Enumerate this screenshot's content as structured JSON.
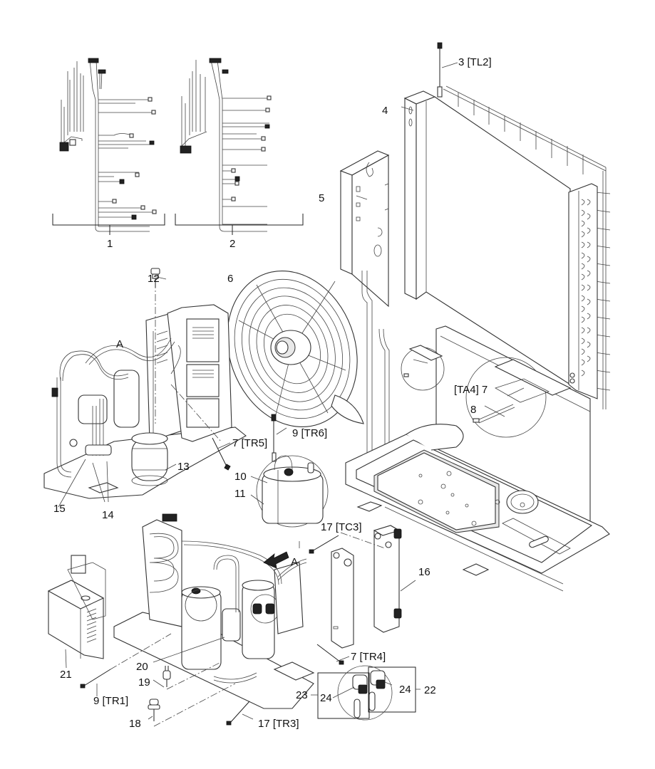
{
  "title": "Outdoor unit exploded parts diagram",
  "callouts": [
    {
      "id": "1",
      "text": "1"
    },
    {
      "id": "2",
      "text": "2"
    },
    {
      "id": "3",
      "text": "3 [TL2]"
    },
    {
      "id": "4",
      "text": "4"
    },
    {
      "id": "5",
      "text": "5"
    },
    {
      "id": "6",
      "text": "6"
    },
    {
      "id": "12",
      "text": "12"
    },
    {
      "id": "A1",
      "text": "A"
    },
    {
      "id": "TA4-7",
      "text": "[TA4] 7"
    },
    {
      "id": "8",
      "text": "8"
    },
    {
      "id": "TR5-7",
      "text": "7 [TR5]"
    },
    {
      "id": "TR6-9",
      "text": "9  [TR6]"
    },
    {
      "id": "10",
      "text": "10"
    },
    {
      "id": "11",
      "text": "11"
    },
    {
      "id": "13",
      "text": "13"
    },
    {
      "id": "14",
      "text": "14"
    },
    {
      "id": "15",
      "text": "15"
    },
    {
      "id": "TC3-17",
      "text": "17  [TC3]"
    },
    {
      "id": "A2",
      "text": "A"
    },
    {
      "id": "16",
      "text": "16"
    },
    {
      "id": "21",
      "text": "21"
    },
    {
      "id": "20",
      "text": "20"
    },
    {
      "id": "19",
      "text": "19"
    },
    {
      "id": "TR1-9",
      "text": "9 [TR1]"
    },
    {
      "id": "18",
      "text": "18"
    },
    {
      "id": "TR3-17",
      "text": "17 [TR3]"
    },
    {
      "id": "TR4-7",
      "text": "7 [TR4]"
    },
    {
      "id": "23",
      "text": "23"
    },
    {
      "id": "24a",
      "text": "24"
    },
    {
      "id": "24b",
      "text": "24"
    },
    {
      "id": "22",
      "text": "22"
    }
  ],
  "parts": {
    "harness_1": "wiring-harness-1",
    "harness_2": "wiring-harness-2",
    "sensor_TL2": "temperature-sensor-TL2",
    "heat_exchanger": "air-heat-exchanger",
    "control_box": "control-box-panel",
    "fan": "fan-assembly",
    "base_pan": "base-pan",
    "compressor_module": "compressor-module",
    "plate_heat_exchanger": "plate-heat-exchanger",
    "electrical_box": "electrical-box",
    "valve_coils": "expansion-valve-coils"
  }
}
